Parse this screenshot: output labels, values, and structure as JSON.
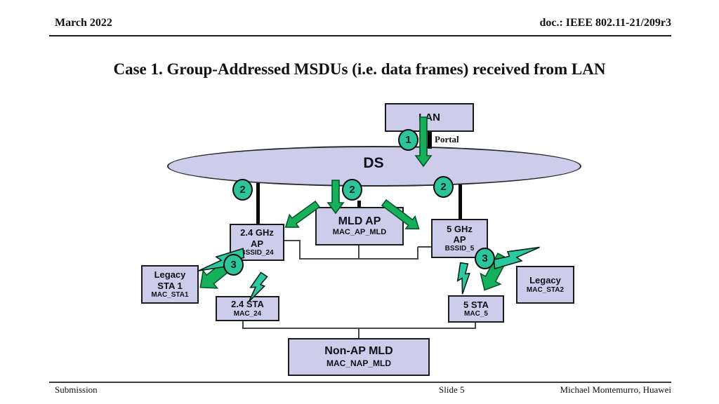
{
  "header": {
    "date": "March 2022",
    "doc": "doc.: IEEE 802.11-21/209r3"
  },
  "title": "Case 1. Group-Addressed MSDUs (i.e. data frames) received from LAN",
  "footer": {
    "left": "Submission",
    "center": "Slide 5",
    "right": "Michael Montemurro, Huawei"
  },
  "diagram": {
    "ds_label": "DS",
    "portal_label": "Portal",
    "lan": {
      "title": "LAN"
    },
    "mld_ap": {
      "line1": "MLD AP",
      "sub": "MAC_AP_MLD"
    },
    "ap24": {
      "line1": "2.4 GHz",
      "line2": "AP",
      "sub": "BSSID_24"
    },
    "ap5": {
      "line1": "5 GHz",
      "line2": "AP",
      "sub": "BSSID_5"
    },
    "legacy_sta1": {
      "line1": "Legacy",
      "line2": "STA 1",
      "sub": "MAC_STA1"
    },
    "sta24": {
      "line1": "2.4 STA",
      "sub": "MAC_24"
    },
    "sta5": {
      "line1": "5 STA",
      "sub": "MAC_5"
    },
    "legacy_sta2": {
      "line1": "Legacy",
      "sub": "MAC_STA2"
    },
    "non_ap_mld": {
      "line1": "Non-AP MLD",
      "sub": "MAC_NAP_MLD"
    },
    "steps": {
      "one": "1",
      "two": "2",
      "three": "3"
    },
    "colors": {
      "node_fill": "#cdcdeb",
      "node_border": "#1b1b1b",
      "badge_fill": "#2cc49b",
      "arrow_fill": "#17b05a",
      "arrow_stroke": "#06552b",
      "bolt_fill": "#2cc8a0"
    }
  }
}
